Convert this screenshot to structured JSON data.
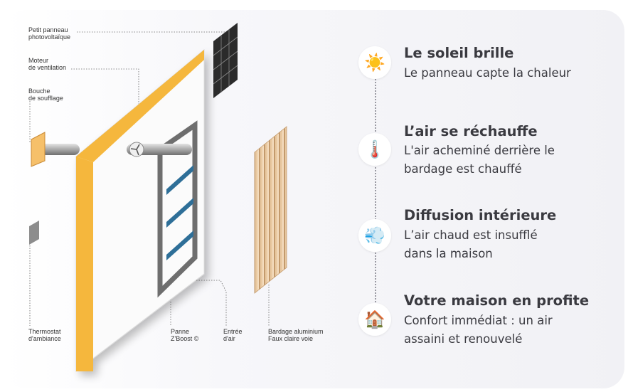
{
  "labels": {
    "panel": "Petit panneau\nphotovoltaïque",
    "motor": "Moteur\nde ventilation",
    "vent": "Bouche\nde soufflage",
    "thermostat": "Thermostat\nd'ambiance",
    "zboost": "Panne\nZ'Boost ©",
    "air_inlet": "Entrée\nd'air",
    "cladding": "Bardage aluminium\nFaux claire voie"
  },
  "steps": [
    {
      "icon": "sun-icon",
      "glyph": "☀️",
      "title": "Le soleil brille",
      "text": "Le panneau capte la chaleur"
    },
    {
      "icon": "thermometer-icon",
      "glyph": "🌡️",
      "title": "L’air se réchauffe",
      "text": "L'air acheminé derrière le\nbardage est chauffé"
    },
    {
      "icon": "wind-icon",
      "glyph": "💨",
      "title": "Diffusion intérieure",
      "text": "L’air chaud est insufflé\ndans la maison"
    },
    {
      "icon": "house-icon",
      "glyph": "🏠",
      "title": "Votre maison en profite",
      "text": "Confort immédiat : un air\nassaini et renouvelé"
    }
  ]
}
